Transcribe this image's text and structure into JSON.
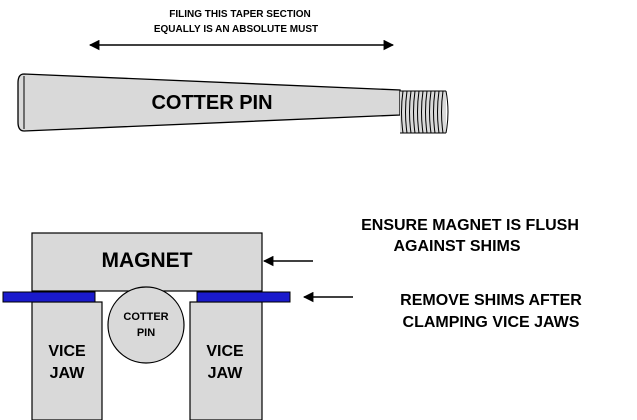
{
  "top_annotation": {
    "line1": "FILING THIS TAPER SECTION",
    "line2": "EQUALLY IS AN ABSOLUTE MUST"
  },
  "cotter_pin_label": "COTTER PIN",
  "magnet_label": "MAGNET",
  "pin_cross_section": {
    "line1": "COTTER",
    "line2": "PIN"
  },
  "vice_jaw_left": {
    "line1": "VICE",
    "line2": "JAW"
  },
  "vice_jaw_right": {
    "line1": "VICE",
    "line2": "JAW"
  },
  "note_magnet": {
    "line1": "ENSURE MAGNET IS FLUSH",
    "line2": "AGAINST SHIMS"
  },
  "note_shims": {
    "line1": "REMOVE SHIMS AFTER",
    "line2": "CLAMPING VICE JAWS"
  },
  "colors": {
    "part_fill": "#d9d9d9",
    "shim": "#1a1acc",
    "outline": "#000000",
    "background": "#ffffff"
  }
}
